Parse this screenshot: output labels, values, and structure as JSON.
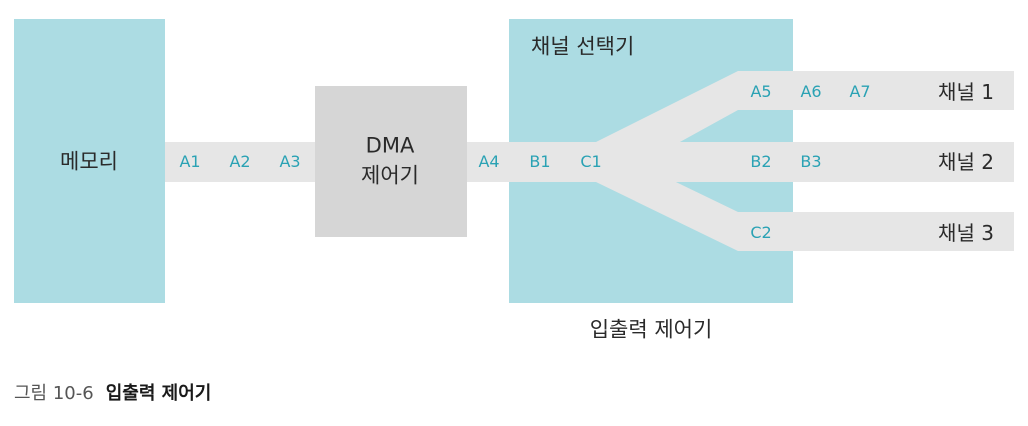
{
  "colors": {
    "block": "#acdce3",
    "controller": "#d6d6d6",
    "bus": "#e6e6e6",
    "item_text": "#2aa2b4"
  },
  "memory": {
    "label": "메모리"
  },
  "dma": {
    "line1": "DMA",
    "line2": "제어기"
  },
  "channel_selector": {
    "label": "채널 선택기"
  },
  "io_controller": {
    "label": "입출력 제어기"
  },
  "bus_items": {
    "a1": "A1",
    "a2": "A2",
    "a3": "A3",
    "a4": "A4",
    "b1": "B1",
    "c1": "C1",
    "a5": "A5",
    "a6": "A6",
    "a7": "A7",
    "b2": "B2",
    "b3": "B3",
    "c2": "C2"
  },
  "channels": {
    "ch1": "채널 1",
    "ch2": "채널 2",
    "ch3": "채널 3"
  },
  "caption": {
    "number": "그림 10-6",
    "title": "입출력 제어기"
  }
}
